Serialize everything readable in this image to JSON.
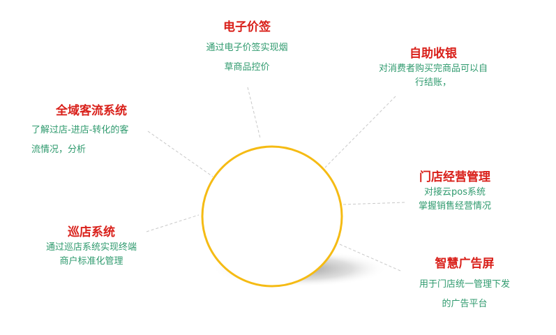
{
  "hub": {
    "label": ""
  },
  "features": [
    {
      "id": "electronic-price-tag",
      "title": "电子价签",
      "desc_lines": [
        "通过电子价签实现烟",
        "草商品控价"
      ]
    },
    {
      "id": "self-checkout",
      "title": "自助收银",
      "desc_lines": [
        "对消费者购买完商品可以自",
        "行结账，"
      ]
    },
    {
      "id": "customer-flow",
      "title": "全域客流系统",
      "desc_lines": [
        "了解过店-进店-转化的客",
        "流情况，分析"
      ]
    },
    {
      "id": "store-management",
      "title": "门店经营管理",
      "desc_lines": [
        "对接云pos系统",
        "掌握销售经营情况"
      ]
    },
    {
      "id": "store-patrol",
      "title": "巡店系统",
      "desc_lines": [
        "通过巡店系统实现终端",
        "商户标准化管理"
      ]
    },
    {
      "id": "smart-ad-screen",
      "title": "智慧广告屏",
      "desc_lines": [
        "用于门店统一管理下发",
        "的广告平台"
      ]
    }
  ],
  "colors": {
    "title": "#d9201a",
    "description": "#2f9a6e",
    "hub_ring": "#f5bb14",
    "connector": "#c8c8c8",
    "shadow": "#8a8a8a"
  }
}
